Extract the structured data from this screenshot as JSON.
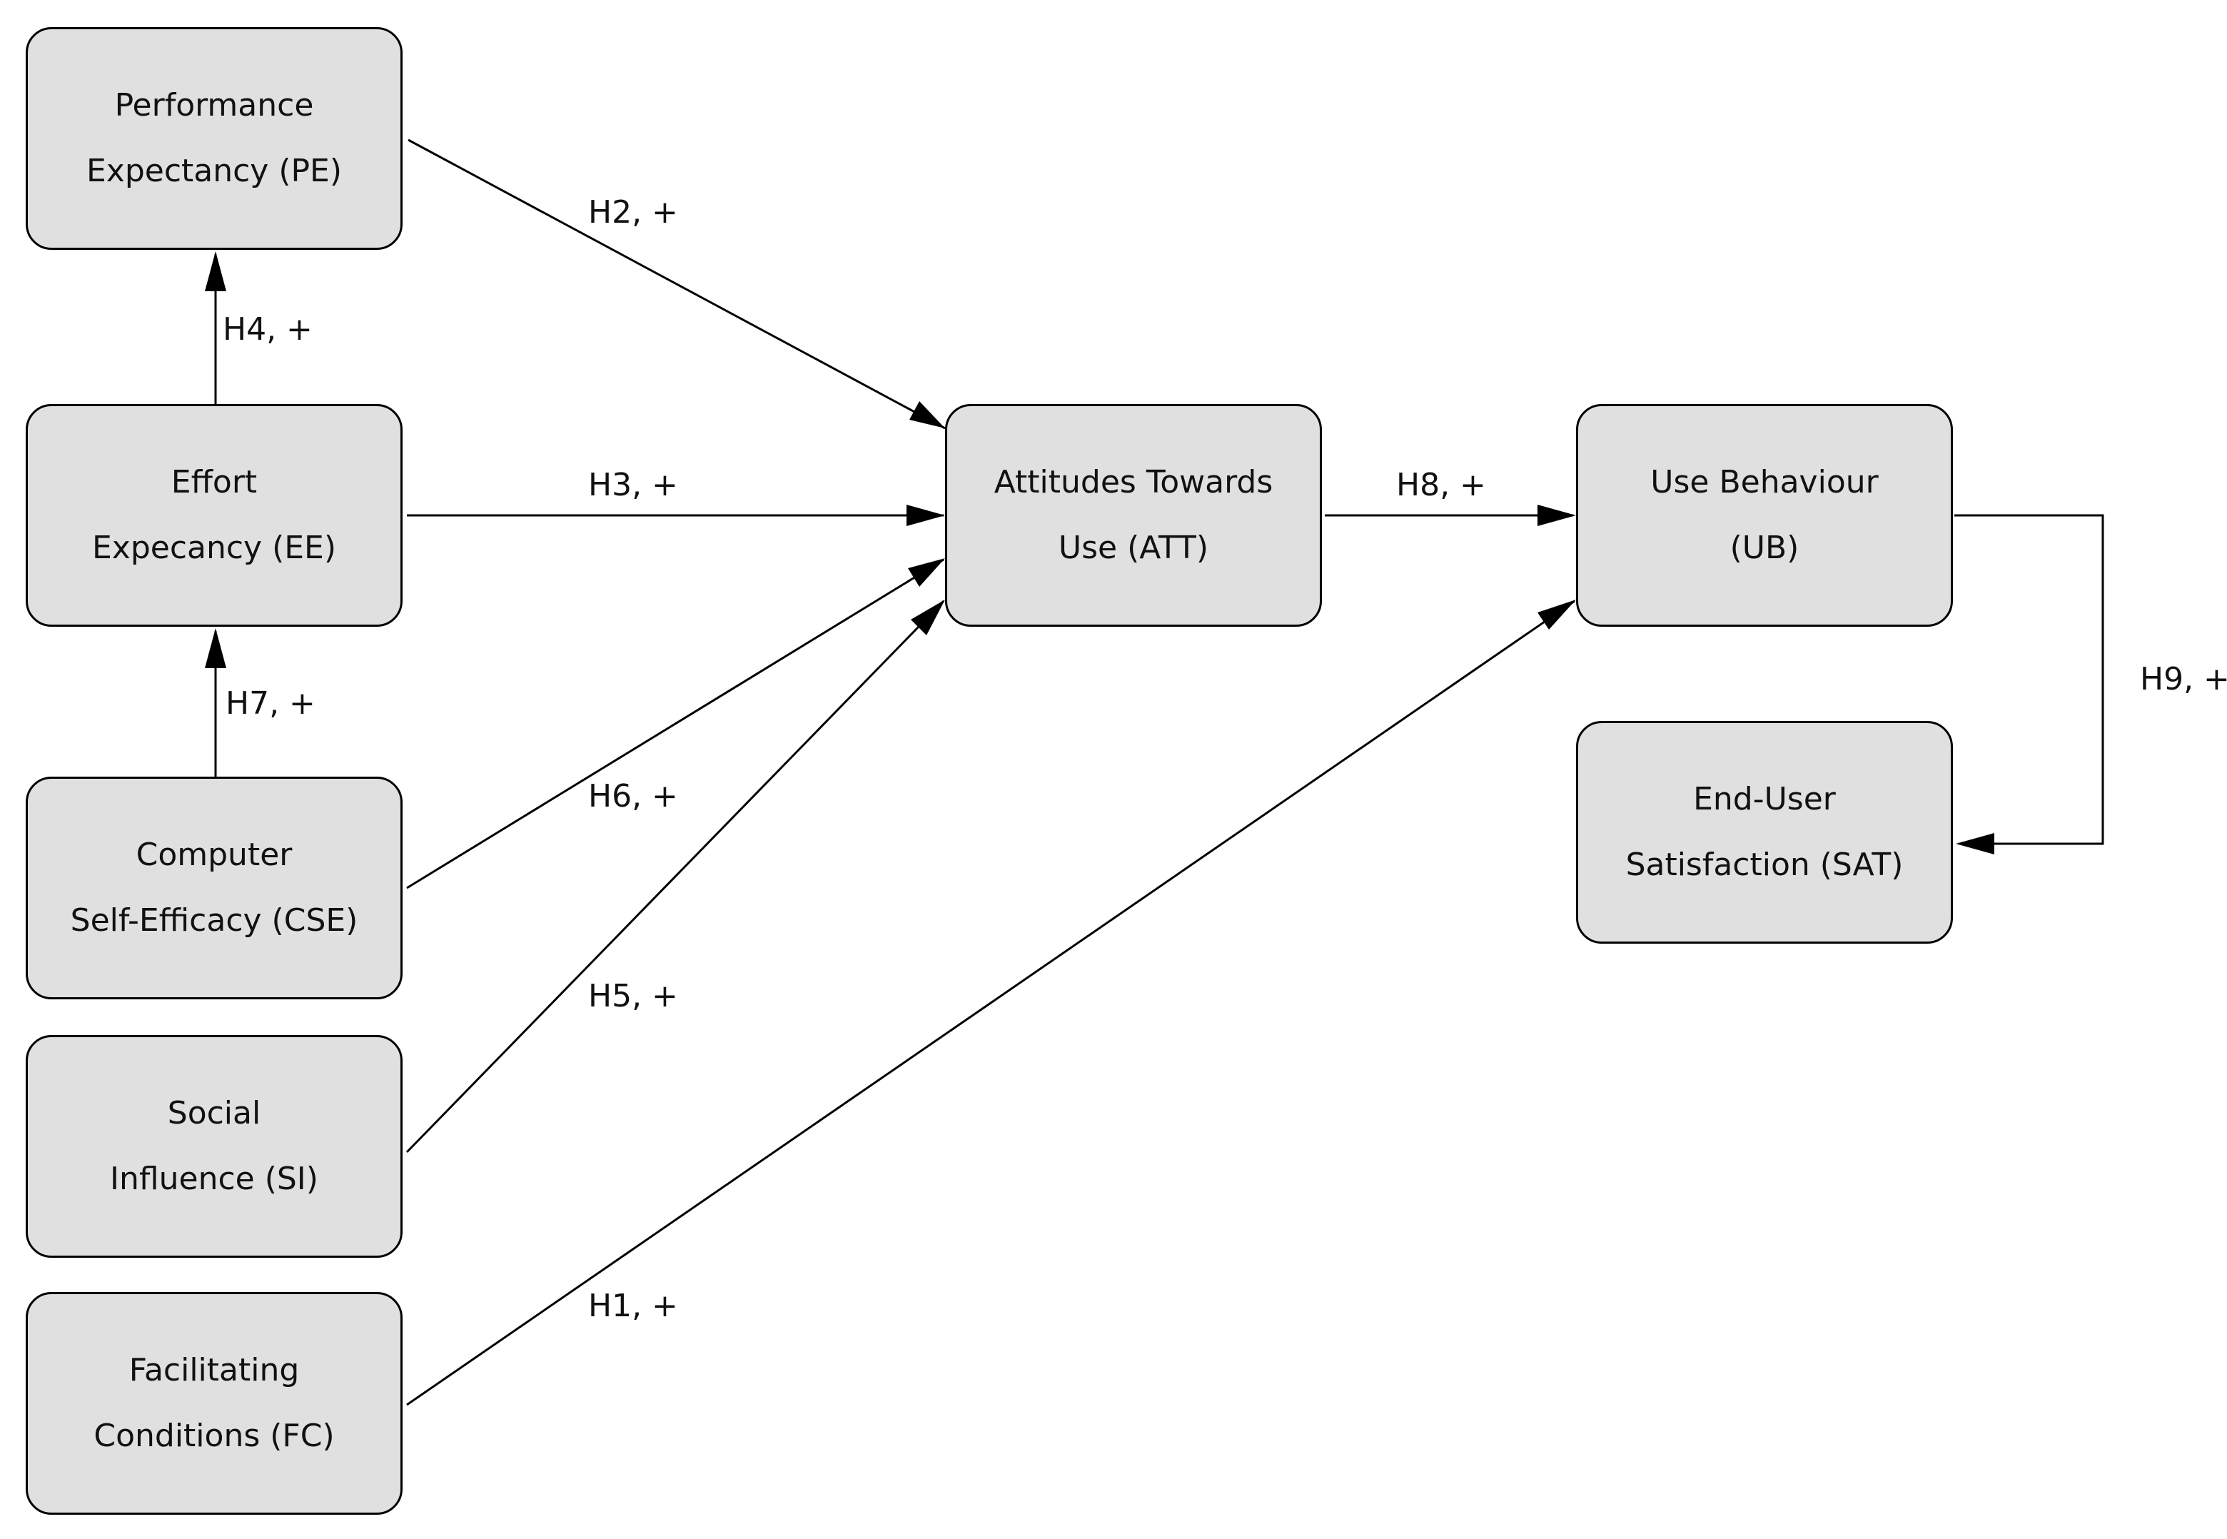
{
  "diagram": {
    "nodes": {
      "pe": {
        "line1": "Performance",
        "line2": "Expectancy  (PE)"
      },
      "ee": {
        "line1": "Effort",
        "line2": "Expecancy (EE)"
      },
      "cse": {
        "line1": "Computer",
        "line2": "Self-Efficacy (CSE)"
      },
      "si": {
        "line1": "Social",
        "line2": "Influence (SI)"
      },
      "fc": {
        "line1": "Facilitating",
        "line2": "Conditions (FC)"
      },
      "att": {
        "line1": "Attitudes Towards",
        "line2": "Use (ATT)"
      },
      "ub": {
        "line1": "Use Behaviour",
        "line2": "(UB)"
      },
      "sat": {
        "line1": "End-User",
        "line2": "Satisfaction (SAT)"
      }
    },
    "edges": {
      "h1": {
        "label": "H1, +",
        "from": "fc",
        "to": "ub"
      },
      "h2": {
        "label": "H2, +",
        "from": "pe",
        "to": "att"
      },
      "h3": {
        "label": "H3, +",
        "from": "ee",
        "to": "att"
      },
      "h4": {
        "label": "H4, +",
        "from": "ee",
        "to": "pe"
      },
      "h5": {
        "label": "H5, +",
        "from": "si",
        "to": "att"
      },
      "h6": {
        "label": "H6, +",
        "from": "cse",
        "to": "att"
      },
      "h7": {
        "label": "H7, +",
        "from": "cse",
        "to": "ee"
      },
      "h8": {
        "label": "H8, +",
        "from": "att",
        "to": "ub"
      },
      "h9": {
        "label": "H9, +",
        "from": "ub",
        "to": "sat"
      }
    },
    "colors": {
      "node_fill": "#e0e0e0",
      "stroke": "#000000"
    }
  }
}
